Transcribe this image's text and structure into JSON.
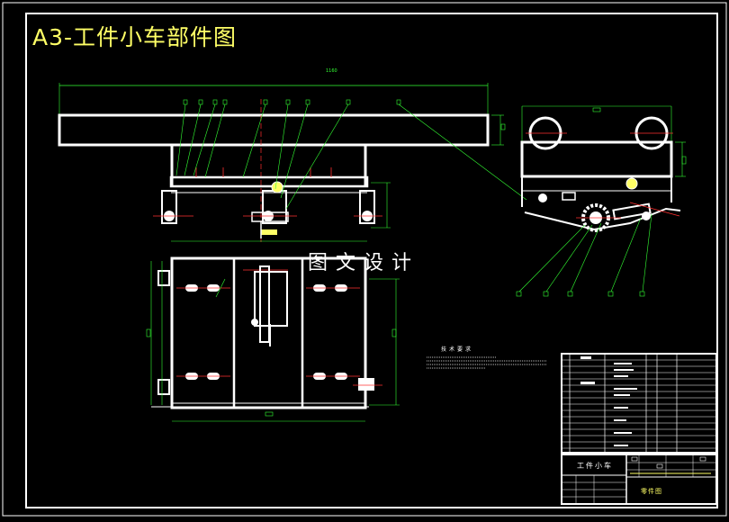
{
  "drawing": {
    "title": "A3-工件小车部件图",
    "watermark": "图文设计",
    "technical_requirements_heading": "技术要求",
    "part_name": "工件小车",
    "sheet_label": "零件图"
  },
  "colors": {
    "background": "#000000",
    "outline": "#ffffff",
    "title": "#ffff66",
    "centerline": "#ff3030",
    "dimension": "#33ff33",
    "leader": "#33ff33",
    "hidden": "#ff3030"
  }
}
